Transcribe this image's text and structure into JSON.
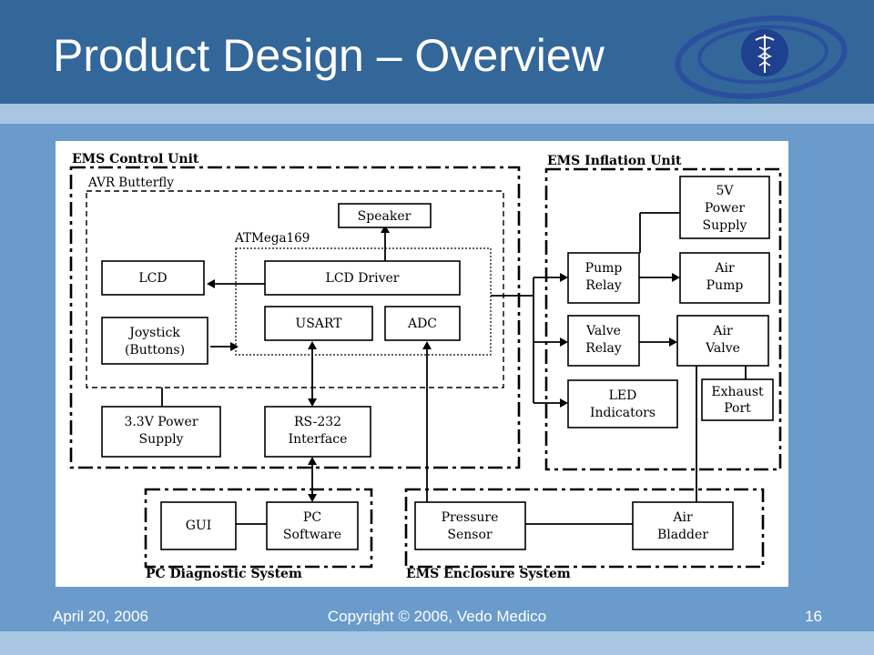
{
  "slide": {
    "title": "Product Design – Overview",
    "footer_date": "April 20, 2006",
    "footer_copyright": "Copyright © 2006, Vedo Medico",
    "page_number": "16"
  },
  "logo": {
    "icon": "caduceus-logo-icon",
    "colors": {
      "navy": "#1f3f8f",
      "ring": "#2a4f9f"
    }
  },
  "colors": {
    "header": "#336699",
    "background": "#6a9bcb",
    "stripe": "#a8c6e2"
  },
  "diagram": {
    "groups": {
      "control_unit": "EMS Control Unit",
      "avr_butterfly": "AVR Butterfly",
      "atmega": "ATMega169",
      "inflation_unit": "EMS Inflation Unit",
      "pc_diag": "PC Diagnostic System",
      "enclosure": "EMS Enclosure System"
    },
    "blocks": {
      "speaker": [
        "Speaker"
      ],
      "lcd": [
        "LCD"
      ],
      "lcd_driver": [
        "LCD Driver"
      ],
      "joystick": [
        "Joystick",
        "(Buttons)"
      ],
      "usart": [
        "USART"
      ],
      "adc": [
        "ADC"
      ],
      "power33": [
        "3.3V Power",
        "Supply"
      ],
      "rs232": [
        "RS-232",
        "Interface"
      ],
      "power5": [
        "5V",
        "Power",
        "Supply"
      ],
      "pump_relay": [
        "Pump",
        "Relay"
      ],
      "air_pump": [
        "Air",
        "Pump"
      ],
      "valve_relay": [
        "Valve",
        "Relay"
      ],
      "air_valve": [
        "Air",
        "Valve"
      ],
      "led": [
        "LED",
        "Indicators"
      ],
      "exhaust": [
        "Exhaust",
        "Port"
      ],
      "gui": [
        "GUI"
      ],
      "pc_software": [
        "PC",
        "Software"
      ],
      "pressure": [
        "Pressure",
        "Sensor"
      ],
      "bladder": [
        "Air",
        "Bladder"
      ]
    }
  }
}
